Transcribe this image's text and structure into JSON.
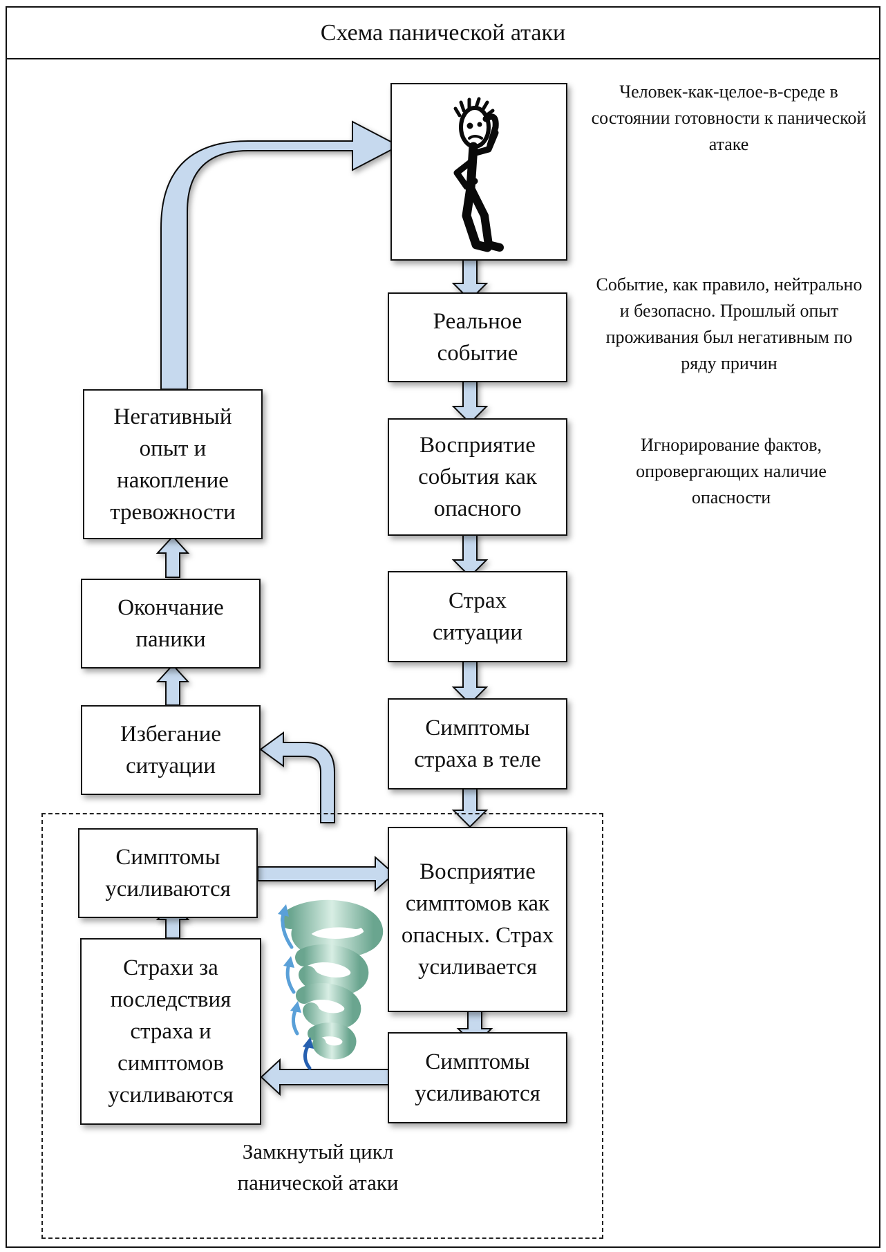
{
  "title": "Схема панической атаки",
  "boxes": {
    "real_event": "Реальное событие",
    "perception_danger": "Восприятие события как опасного",
    "fear_situation": "Страх ситуации",
    "body_symptoms": "Симптомы страха в теле",
    "perception_symptoms": "Восприятие симптомов как опасных. Страх усиливается",
    "symptoms_right": "Симптомы усиливаются",
    "fears_consequences": "Страхи за последствия страха и симптомов усиливаются",
    "symptoms_left": "Симптомы усиливаются",
    "avoidance": "Избегание ситуации",
    "end_panic": "Окончание паники",
    "negative_experience": "Негативный опыт и накопление тревожности"
  },
  "notes": {
    "person": "Человек-как-целое-в-среде в состоянии готовности к панической атаке",
    "event": "Событие, как правило, нейтрально и безопасно. Прошлый опыт проживания был негативным по ряду причин",
    "ignoring": "Игнорирование фактов, опровергающих наличие опасности"
  },
  "loop_caption": "Замкнутый цикл панической атаки",
  "colors": {
    "arrow_fill": "#c6d9ee",
    "arrow_stroke": "#0d0d0d",
    "spiral": "#8fc1b0"
  },
  "icons": {
    "person": "anxious-stick-figure-icon",
    "spiral": "spiral-tornado-icon"
  }
}
